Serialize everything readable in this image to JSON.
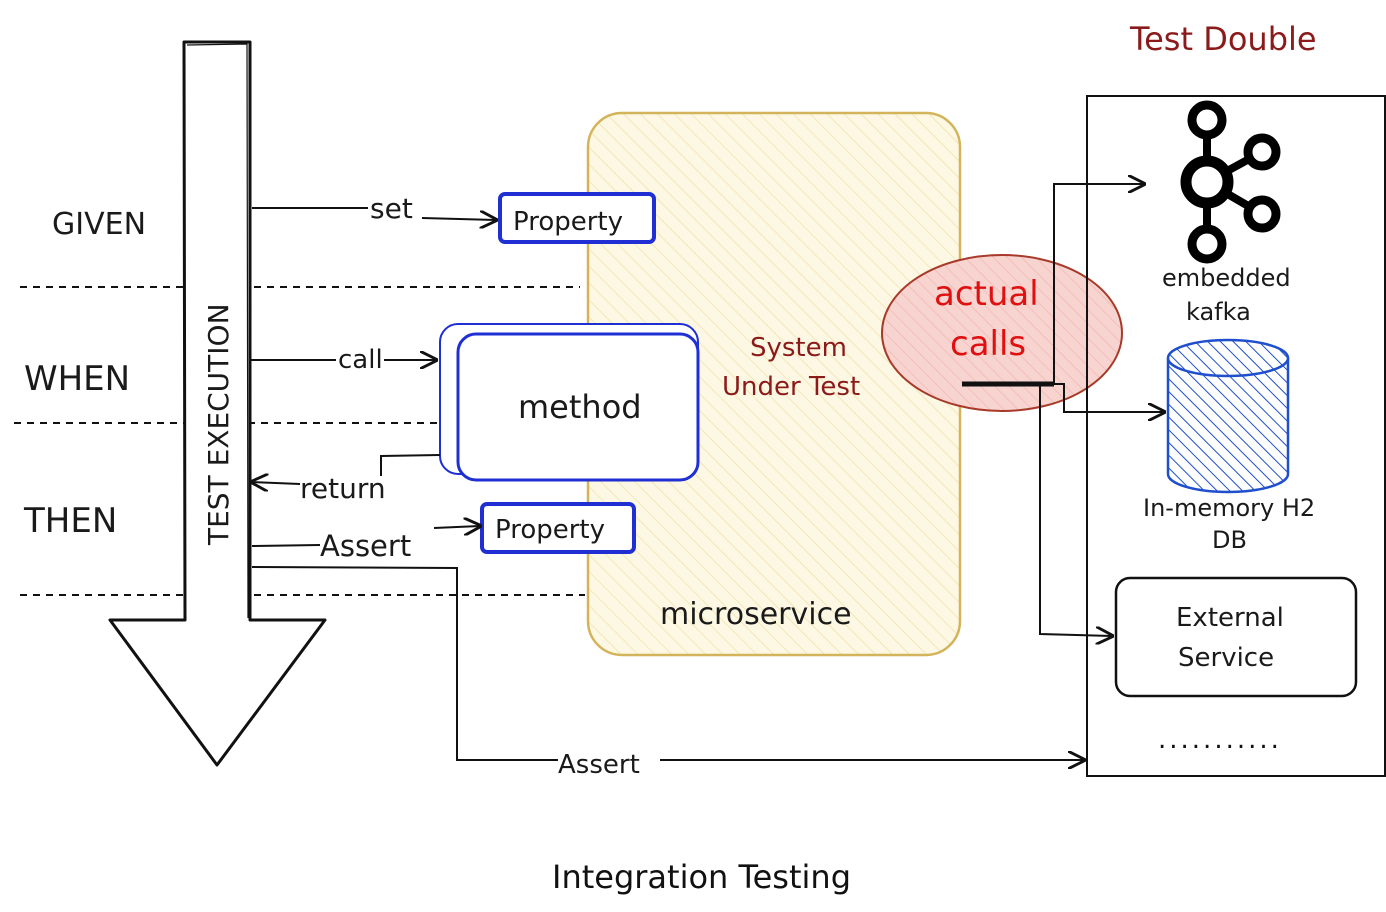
{
  "diagram": {
    "phases": {
      "given": "GIVEN",
      "when": "WHEN",
      "then": "THEN"
    },
    "test_execution": "TEST EXECUTION",
    "edges": {
      "set": "set",
      "call": "call",
      "return": "return",
      "assert_property": "Assert",
      "assert_double": "Assert"
    },
    "nodes": {
      "property_given": "Property",
      "method": "method",
      "property_then": "Property",
      "sut_line1": "System",
      "sut_line2": "Under Test",
      "microservice": "microservice",
      "actual_calls_line1": "actual",
      "actual_calls_line2": "calls",
      "test_double_title": "Test Double",
      "kafka_line1": "embedded",
      "kafka_line2": "kafka",
      "h2_line1": "In-memory H2",
      "h2_line2": "DB",
      "external_line1": "External",
      "external_line2": "Service",
      "ellipsis": "..........."
    },
    "caption": "Integration Testing",
    "colors": {
      "accent_blue": "#1f2fd4",
      "sut_fill": "#fcf6dc",
      "sut_border": "#d4b45a",
      "calls_fill": "#f6c8c4",
      "calls_border": "#a83a2a",
      "label_red": "#8b1a1a",
      "calls_text": "#e01010",
      "db_blue": "#1f4fcc"
    }
  }
}
